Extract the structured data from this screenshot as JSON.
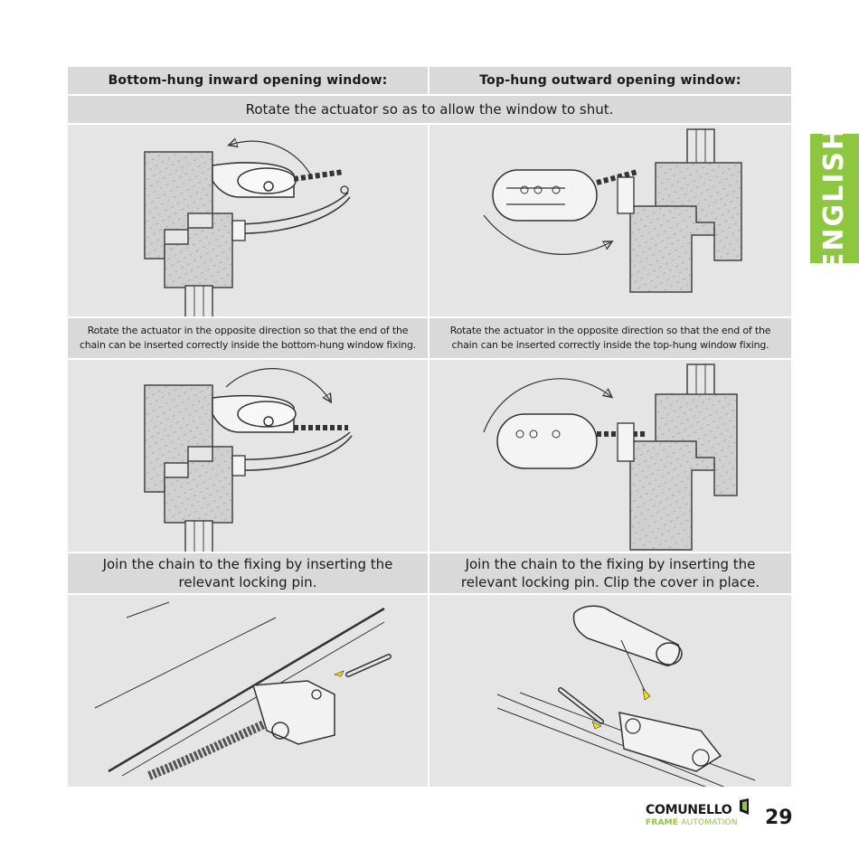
{
  "headers": {
    "left": "Bottom-hung inward opening window:",
    "right": "Top-hung outward opening window:"
  },
  "step1": {
    "text": "Rotate the actuator so as to allow the window to shut."
  },
  "step2": {
    "left": "Rotate the actuator in the opposite direction so that the end of the chain can be inserted correctly inside the bottom-hung window fixing.",
    "right": "Rotate the actuator in the opposite direction so that the end of the chain can be inserted correctly inside the top-hung window fixing."
  },
  "step3": {
    "left": "Join the chain to the fixing by inserting the relevant locking pin.",
    "right": "Join the chain to the fixing by inserting the relevant locking pin. Clip the cover in place."
  },
  "side_tab": {
    "label": "ENGLISH",
    "color": "#8dc63f"
  },
  "footer": {
    "brand": "COMUNELLO",
    "tagline_bold": "FRAME",
    "tagline_rest": " AUTOMATION",
    "page_number": "29"
  },
  "colors": {
    "accent": "#8dc63f",
    "header_bg": "#d9d9da",
    "image_bg": "#e5e5e6",
    "arrow": "#f4e000"
  }
}
